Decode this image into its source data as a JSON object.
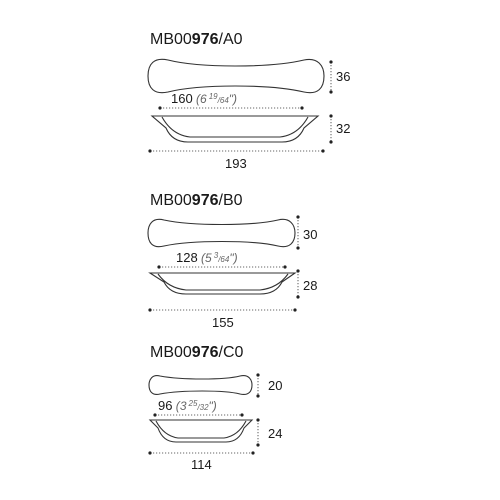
{
  "products": [
    {
      "id": "a0",
      "model": {
        "prefix": "MB00",
        "bold": "976",
        "suffix": "/A0"
      },
      "height_top": "36",
      "height_bottom": "32",
      "center_to_center": {
        "mm": "160",
        "imp_whole": "6",
        "imp_num": "19",
        "imp_den": "64"
      },
      "overall_length": "193"
    },
    {
      "id": "b0",
      "model": {
        "prefix": "MB00",
        "bold": "976",
        "suffix": "/B0"
      },
      "height_top": "30",
      "height_bottom": "28",
      "center_to_center": {
        "mm": "128",
        "imp_whole": "5",
        "imp_num": "3",
        "imp_den": "64"
      },
      "overall_length": "155"
    },
    {
      "id": "c0",
      "model": {
        "prefix": "MB00",
        "bold": "976",
        "suffix": "/C0"
      },
      "height_top": "20",
      "height_bottom": "24",
      "center_to_center": {
        "mm": "96",
        "imp_whole": "3",
        "imp_num": "25",
        "imp_den": "32"
      },
      "overall_length": "114"
    }
  ],
  "symbols": {
    "open_paren": " (",
    "close_paren": "\")",
    "slash": "/"
  }
}
